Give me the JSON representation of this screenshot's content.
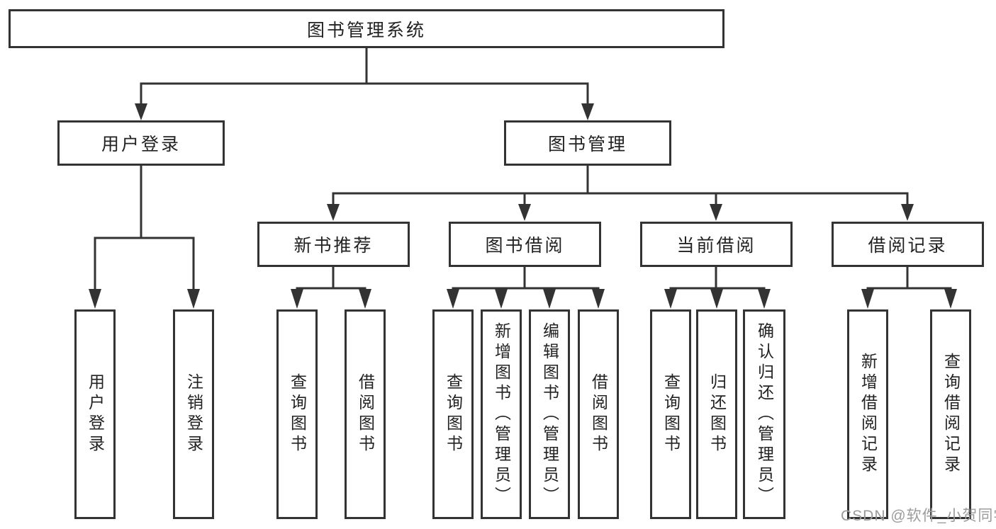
{
  "tree": {
    "root": {
      "label": "图书管理系统",
      "children": [
        {
          "label": "用户登录",
          "children": [
            {
              "label": "用户登录"
            },
            {
              "label": "注销登录"
            }
          ]
        },
        {
          "label": "图书管理",
          "children": [
            {
              "label": "新书推荐",
              "children": [
                {
                  "label": "查询图书"
                },
                {
                  "label": "借阅图书"
                }
              ]
            },
            {
              "label": "图书借阅",
              "children": [
                {
                  "label": "查询图书"
                },
                {
                  "label": "新增图书（管理员）"
                },
                {
                  "label": "编辑图书（管理员）"
                },
                {
                  "label": "借阅图书"
                }
              ]
            },
            {
              "label": "当前借阅",
              "children": [
                {
                  "label": "查询图书"
                },
                {
                  "label": "归还图书"
                },
                {
                  "label": "确认归还（管理员）"
                }
              ]
            },
            {
              "label": "借阅记录",
              "children": [
                {
                  "label": "新增借阅记录"
                },
                {
                  "label": "查询借阅记录"
                }
              ]
            }
          ]
        }
      ]
    }
  },
  "watermark": "CSDN @软件_小贺同学",
  "colors": {
    "line": "#333333",
    "box_border": "#333333",
    "text": "#222222",
    "watermark_text": "#9c9c9c",
    "background": "#ffffff"
  }
}
